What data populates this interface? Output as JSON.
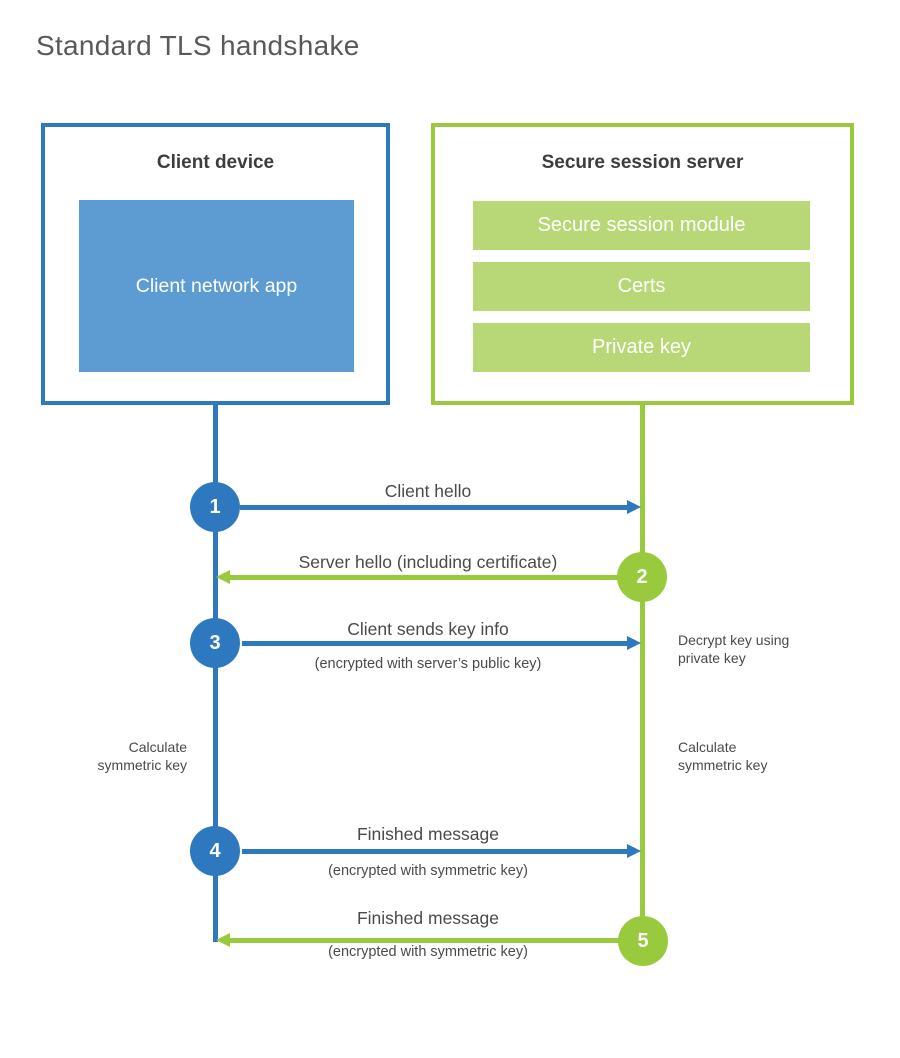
{
  "title": "Standard TLS handshake",
  "client_box": {
    "title": "Client device",
    "app_label": "Client network app"
  },
  "server_box": {
    "title": "Secure session server",
    "modules": [
      "Secure session module",
      "Certs",
      "Private key"
    ]
  },
  "steps": [
    {
      "num": "1",
      "label": "Client hello",
      "direction": "client-to-server"
    },
    {
      "num": "2",
      "label": "Server hello (including certificate)",
      "direction": "server-to-client"
    },
    {
      "num": "3",
      "label": "Client sends key info",
      "sub": "(encrypted with server’s public key)",
      "direction": "client-to-server"
    },
    {
      "num": "4",
      "label": "Finished message",
      "sub": "(encrypted with symmetric key)",
      "direction": "client-to-server"
    },
    {
      "num": "5",
      "label": "Finished message",
      "sub": "(encrypted with symmetric key)",
      "direction": "server-to-client"
    }
  ],
  "annotations": {
    "decrypt_line1": "Decrypt key using",
    "decrypt_line2": "private key",
    "calc_left_line1": "Calculate",
    "calc_left_line2": "symmetric key",
    "calc_right_line1": "Calculate",
    "calc_right_line2": "symmetric key"
  },
  "colors": {
    "client_blue": "#2e78bf",
    "client_blue_fill": "#5d9bd3",
    "server_green": "#99c93c",
    "server_green_fill": "#b8d877",
    "text_dark": "#3d3d3d",
    "text_gray": "#4a4a4a",
    "title_gray": "#595959"
  }
}
